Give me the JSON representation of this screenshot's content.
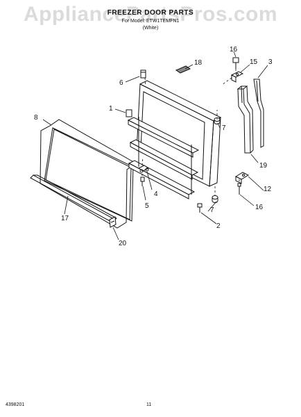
{
  "watermark": "AppliancePartsPros.com",
  "header": {
    "title": "FREEZER DOOR PARTS",
    "line1": "For Model: ETW1TEMFN1",
    "line2": "(White)"
  },
  "callouts": {
    "c1": "1",
    "c2": "2",
    "c3": "3",
    "c4": "4",
    "c5": "5",
    "c6": "6",
    "c7a": "7",
    "c7b": "7",
    "c8": "8",
    "c12": "12",
    "c15": "15",
    "c16a": "16",
    "c16b": "16",
    "c17": "17",
    "c18": "18",
    "c19": "19",
    "c20": "20"
  },
  "footer": {
    "doc_number": "4398201",
    "page_number": "11"
  }
}
